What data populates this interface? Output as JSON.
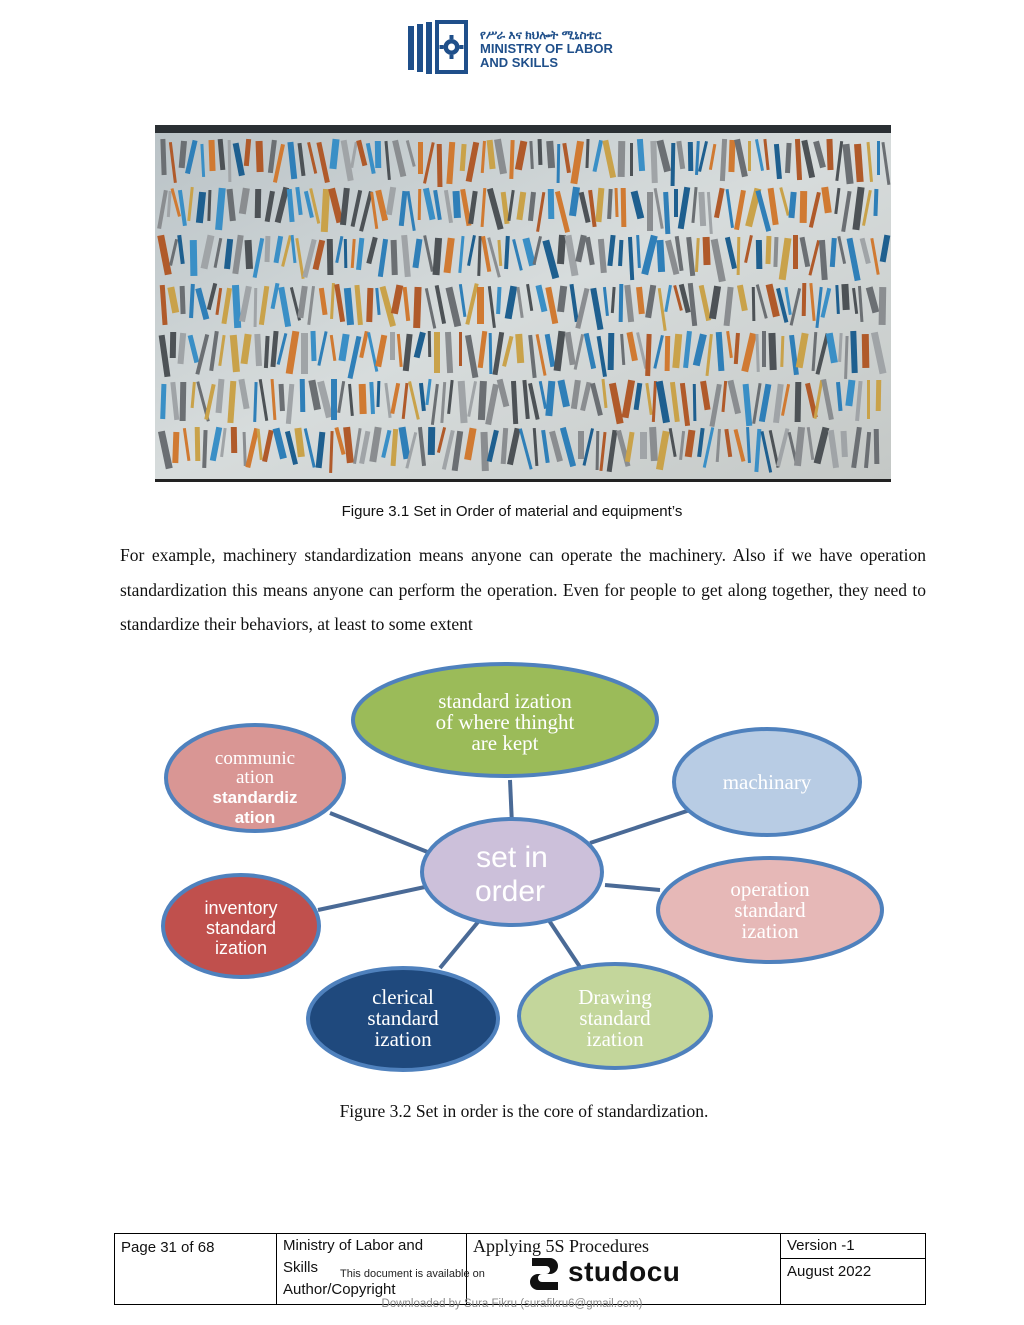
{
  "header": {
    "logo_amharic": "የሥራ እና ክህሎት ሚኒስቴር",
    "logo_line1": "MINISTRY OF LABOR",
    "logo_line2": "AND SKILLS"
  },
  "figure1": {
    "caption": "Figure 3.1   Set in Order of material and equipment’s"
  },
  "body": {
    "paragraph": "For example, machinery standardization means anyone can operate the machinery. Also if we have operation standardization this means anyone can perform the operation. Even for people to get along together, they need to standardize their behaviors, at least to some extent"
  },
  "diagram": {
    "center": [
      "set in",
      "order"
    ],
    "nodes": [
      {
        "lines": [
          "standard ization",
          "of where thinght",
          "are kept"
        ],
        "fill": "#9bbb59"
      },
      {
        "lines": [
          "machinary"
        ],
        "fill": "#b8cce4"
      },
      {
        "lines": [
          "operation",
          "standard",
          "ization"
        ],
        "fill": "#e6b8b7"
      },
      {
        "lines": [
          "Drawing",
          "standard",
          "ization"
        ],
        "fill": "#c3d69b"
      },
      {
        "lines": [
          "clerical",
          "standard",
          "ization"
        ],
        "fill": "#1f497d"
      },
      {
        "lines": [
          "inventory",
          "standard",
          "ization"
        ],
        "fill": "#c0504d"
      },
      {
        "lines": [
          "communic",
          "ation",
          "standardiz",
          "ation"
        ],
        "fill": "#d99694"
      }
    ],
    "center_fill": "#ccc0da",
    "border_color": "#4f81bd"
  },
  "figure2": {
    "caption": "Figure 3.2 Set in order is the core of standardization."
  },
  "footer": {
    "page": "Page 31 of 68",
    "org_line1": "Ministry of Labor and",
    "org_line2": "Skills",
    "org_line3": "Author/Copyright",
    "title": "Applying 5S Procedures",
    "version": "Version -1",
    "date": "August 2022",
    "available_note": "This document is available on",
    "studocu": "studocu",
    "downloaded_by": "Downloaded by Sura Fikru (surafikru6@gmail.com)"
  }
}
